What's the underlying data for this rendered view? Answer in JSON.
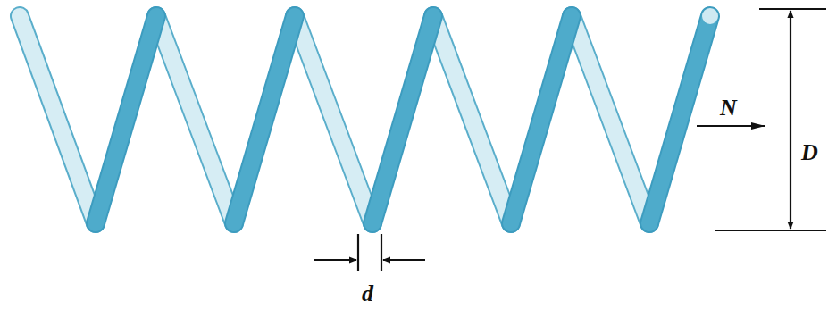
{
  "diagram": {
    "labels": [
      "N",
      "D",
      "d"
    ]
  }
}
